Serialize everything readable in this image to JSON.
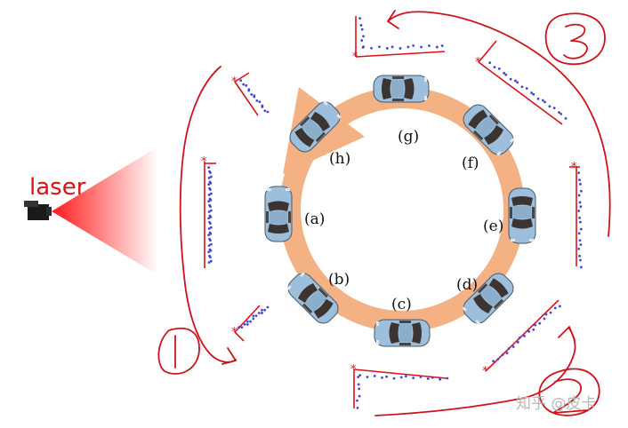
{
  "laser": {
    "label": "laser"
  },
  "positions": [
    {
      "id": "a",
      "label": "(a)"
    },
    {
      "id": "b",
      "label": "(b)"
    },
    {
      "id": "c",
      "label": "(c)"
    },
    {
      "id": "d",
      "label": "(d)"
    },
    {
      "id": "e",
      "label": "(e)"
    },
    {
      "id": "f",
      "label": "(f)"
    },
    {
      "id": "g",
      "label": "(g)"
    },
    {
      "id": "h",
      "label": "(h)"
    }
  ],
  "groups": {
    "one": "1",
    "two": "2",
    "three": "3"
  },
  "watermark": "知乎 @皮卡",
  "colors": {
    "laser_beam": "#ff1a1a",
    "ring": "#f4b183",
    "annotation": "#d0121b",
    "scan_points": "#4444dd",
    "scan_line": "#e0101a",
    "car_body": "#8fb6d6"
  }
}
